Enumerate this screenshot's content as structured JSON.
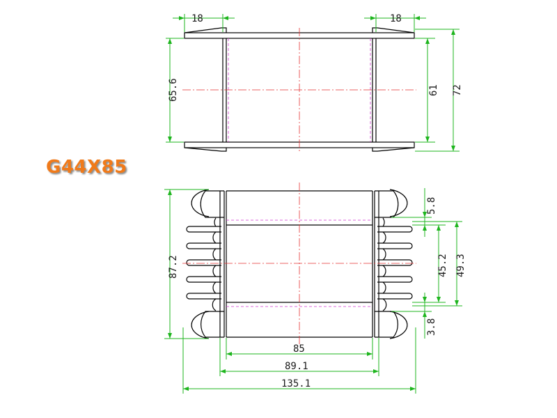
{
  "title": "G44X85",
  "colors": {
    "title": "#f07a1a",
    "outline": "#000000",
    "dimension": "#1db51d",
    "center_line": "#e53030",
    "hidden_line": "#d23ad2"
  },
  "dimensions": {
    "top_left_width": "18",
    "top_right_width": "18",
    "top_height_left": "65.6",
    "top_height_inner": "61",
    "top_height_outer": "72",
    "front_height": "87.2",
    "pin_offset_top": "5.8",
    "pin_span": "45.2",
    "pin_span_outer": "49.3",
    "pin_offset_bottom": "3.8",
    "core_length": "85",
    "flange_span": "89.1",
    "overall_width": "135.1"
  }
}
